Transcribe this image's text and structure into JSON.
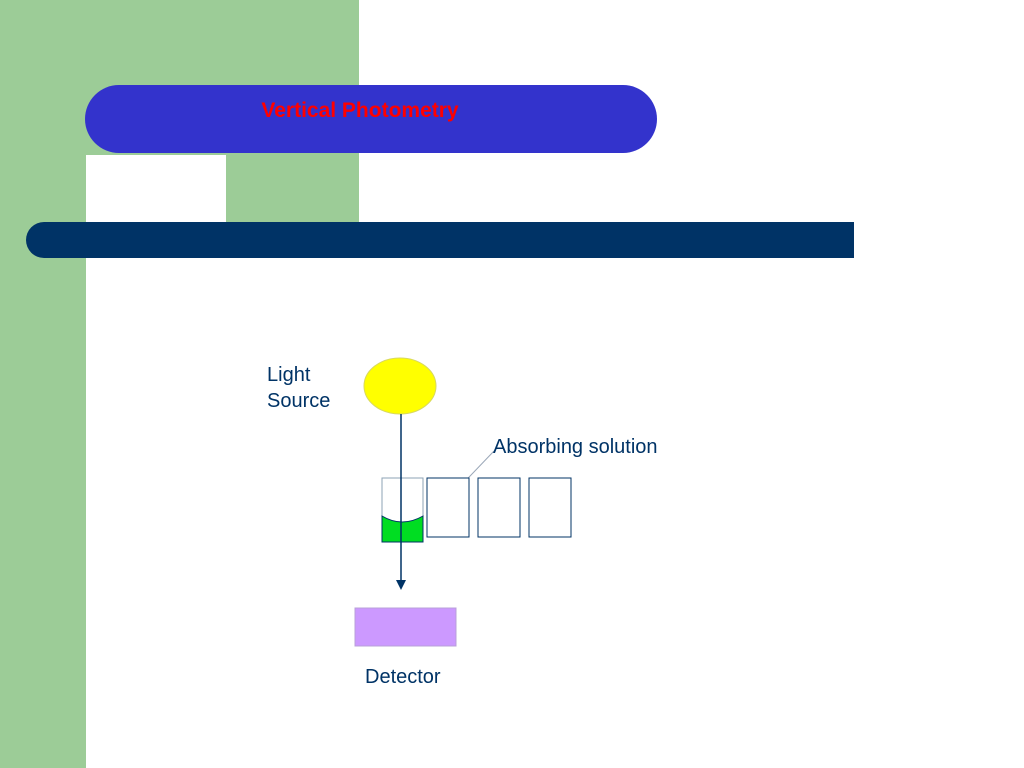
{
  "slide": {
    "title": "Vertical Photometry"
  },
  "diagram": {
    "light_source_label_line1": "Light",
    "light_source_label_line2": "Source",
    "absorbing_solution_label": "Absorbing solution",
    "detector_label": "Detector"
  },
  "colors": {
    "sidebar_green": "#9ccc97",
    "title_bar_blue": "#3333cc",
    "title_text_red": "#ff0000",
    "divider_navy": "#003366",
    "light_source_yellow": "#ffff00",
    "solution_green": "#00dd22",
    "detector_lavender": "#cc99ff"
  }
}
